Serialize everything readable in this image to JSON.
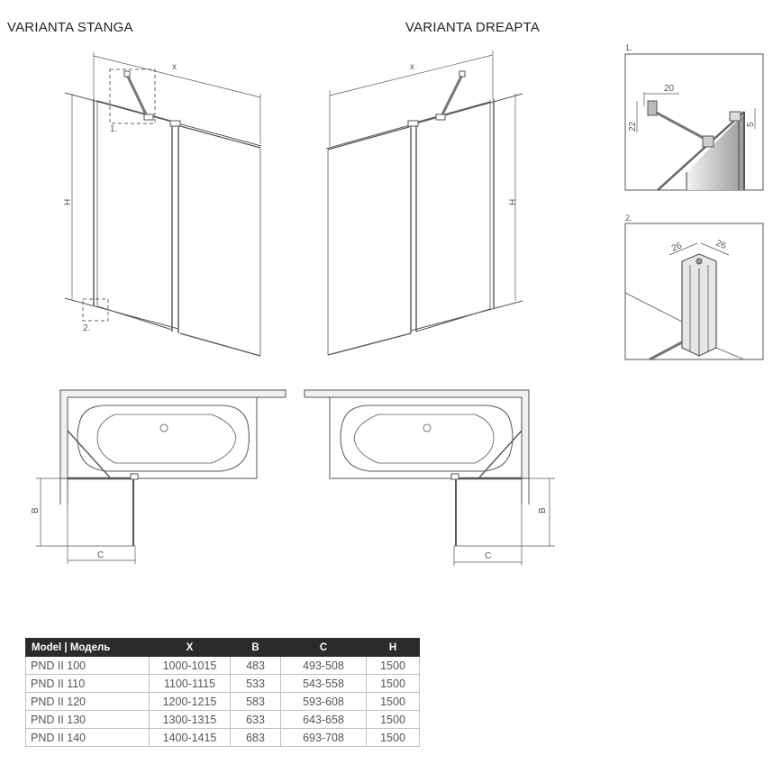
{
  "headings": {
    "left": "VARIANTA STANGA",
    "right": "VARIANTA DREAPTA"
  },
  "dims": {
    "x": "x",
    "h": "H",
    "b": "B",
    "c": "C",
    "d20": "20",
    "d22": "22",
    "d5": "5",
    "d26a": "26",
    "d26b": "26"
  },
  "details": {
    "d1": "1.",
    "d2": "2."
  },
  "table": {
    "headers": [
      "Model | Модель",
      "X",
      "B",
      "C",
      "H"
    ],
    "rows": [
      [
        "PND II 100",
        "1000-1015",
        "483",
        "493-508",
        "1500"
      ],
      [
        "PND II 110",
        "1100-1115",
        "533",
        "543-558",
        "1500"
      ],
      [
        "PND II 120",
        "1200-1215",
        "583",
        "593-608",
        "1500"
      ],
      [
        "PND II 130",
        "1300-1315",
        "633",
        "643-658",
        "1500"
      ],
      [
        "PND II 140",
        "1400-1415",
        "683",
        "693-708",
        "1500"
      ]
    ]
  }
}
